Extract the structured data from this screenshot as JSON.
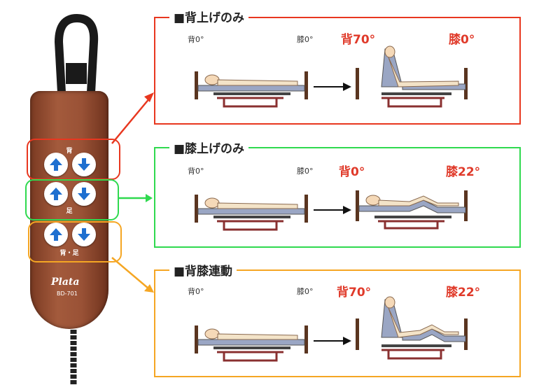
{
  "remote": {
    "top_label": "背",
    "middle_label": "足",
    "bottom_label": "背・足",
    "brand": "Plata",
    "model": "BD-701",
    "colors": {
      "body": "#9a5236",
      "button_arrow": "#1e6fd0"
    }
  },
  "highlight_colors": {
    "red": "#e8371f",
    "green": "#2fd94f",
    "orange": "#f5a623"
  },
  "panels": [
    {
      "title": "■背上げのみ",
      "before_back": "背0°",
      "before_knee": "膝0°",
      "after_back": "背70°",
      "after_knee": "膝0°"
    },
    {
      "title": "■膝上げのみ",
      "before_back": "背0°",
      "before_knee": "膝0°",
      "after_back": "背0°",
      "after_knee": "膝22°"
    },
    {
      "title": "■背膝連動",
      "before_back": "背0°",
      "before_knee": "膝0°",
      "after_back": "背70°",
      "after_knee": "膝22°"
    }
  ]
}
